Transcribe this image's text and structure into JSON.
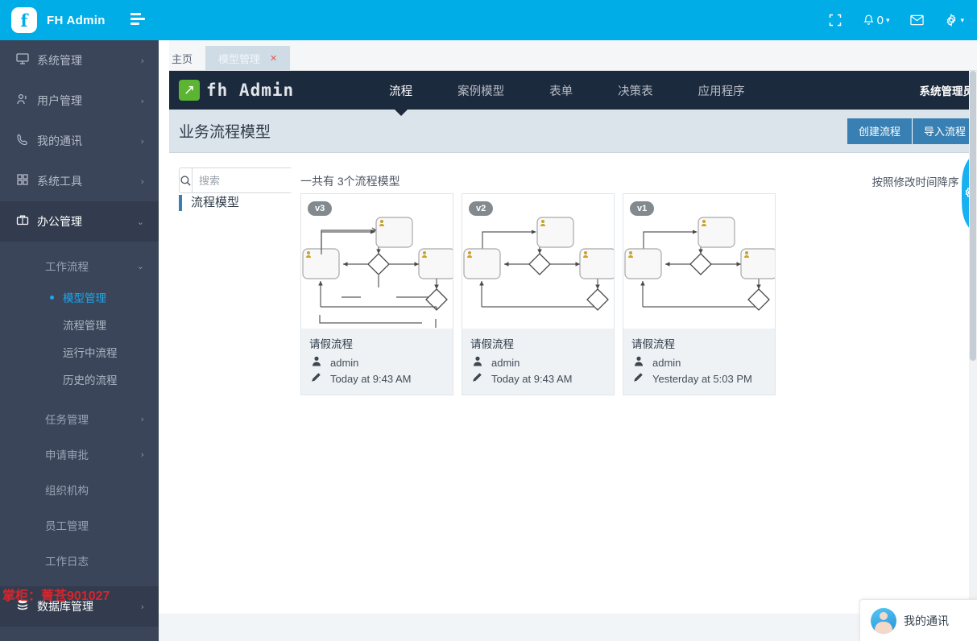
{
  "brand": {
    "title": "FH Admin",
    "logo_glyph": "f",
    "toggle_icon": "hamburger-icon"
  },
  "topbar": {
    "buttons": [
      {
        "name": "fullscreen-icon",
        "label": "⛶"
      },
      {
        "name": "notifications",
        "label": "0"
      },
      {
        "name": "messages-icon",
        "label": "✉"
      },
      {
        "name": "settings-icon",
        "label": "⚙"
      }
    ]
  },
  "sidebar": {
    "items": [
      {
        "label": "系统管理",
        "icon": "monitor-icon",
        "glyph": "🖵",
        "arrow": "›",
        "open": false
      },
      {
        "label": "用户管理",
        "icon": "users-icon",
        "glyph": "👥",
        "arrow": "›",
        "open": false
      },
      {
        "label": "我的通讯",
        "icon": "phone-icon",
        "glyph": "📞",
        "arrow": "›",
        "open": false
      },
      {
        "label": "系统工具",
        "icon": "grid-icon",
        "glyph": "🖽",
        "arrow": "›",
        "open": false
      },
      {
        "label": "办公管理",
        "icon": "briefcase-icon",
        "glyph": "🗄",
        "arrow": "⌄",
        "open": true
      }
    ],
    "submenu": {
      "group": {
        "label": "工作流程",
        "arrow": "⌄"
      },
      "children": [
        {
          "label": "模型管理",
          "active": true
        },
        {
          "label": "流程管理",
          "active": false
        },
        {
          "label": "运行中流程",
          "active": false
        },
        {
          "label": "历史的流程",
          "active": false
        }
      ],
      "groups_after": [
        {
          "label": "任务管理",
          "arrow": "›"
        },
        {
          "label": "申请审批",
          "arrow": "›"
        },
        {
          "label": "组织机构",
          "arrow": ""
        },
        {
          "label": "员工管理",
          "arrow": ""
        },
        {
          "label": "工作日志",
          "arrow": ""
        }
      ]
    },
    "last_item": {
      "label": "数据库管理",
      "icon": "database-icon",
      "glyph": "🛢",
      "arrow": "›"
    },
    "watermark": "掌柜：菁苍901027"
  },
  "tabs": [
    {
      "label": "主页",
      "active": false,
      "closable": false
    },
    {
      "label": "模型管理",
      "active": true,
      "closable": true,
      "close_glyph": "✕"
    }
  ],
  "fh": {
    "logo_name": "fh Admin",
    "logo_arrow": "↗",
    "menu": [
      {
        "label": "流程",
        "active": true
      },
      {
        "label": "案例模型",
        "active": false
      },
      {
        "label": "表单",
        "active": false
      },
      {
        "label": "决策表",
        "active": false
      },
      {
        "label": "应用程序",
        "active": false
      }
    ],
    "user": "系统管理员"
  },
  "page": {
    "title": "业务流程模型",
    "actions": [
      {
        "label": "创建流程",
        "name": "create-process-button"
      },
      {
        "label": "导入流程",
        "name": "import-process-button"
      }
    ],
    "search_placeholder": "搜索",
    "search_value": "",
    "search_icon": "search-icon",
    "total_text": "一共有 3个流程模型",
    "sort_text": "按照修改时间降序 ▾",
    "left_category": "流程模型"
  },
  "models": [
    {
      "version": "v3",
      "name": "请假流程",
      "author": "admin",
      "author_icon": "user-icon",
      "modified": "Today at 9:43 AM",
      "modified_icon": "pencil-icon"
    },
    {
      "version": "v2",
      "name": "请假流程",
      "author": "admin",
      "author_icon": "user-icon",
      "modified": "Today at 9:43 AM",
      "modified_icon": "pencil-icon"
    },
    {
      "version": "v1",
      "name": "请假流程",
      "author": "admin",
      "author_icon": "user-icon",
      "modified": "Yesterday at 5:03 PM",
      "modified_icon": "pencil-icon"
    }
  ],
  "side_gear": {
    "icon": "gear-icon",
    "label": "⚙"
  },
  "chat": {
    "label": "我的通讯",
    "avatar": "avatar-icon"
  },
  "colors": {
    "accent_blue": "#00ade7",
    "sidebar_bg": "#3b4559",
    "sidebar_active": "#333c4e",
    "link_blue": "#1ca7ec",
    "nav_dark": "#1c2a3e",
    "button_blue": "#3880b3",
    "head_bg": "#dbe3eb",
    "logo_green": "#5cb531",
    "watermark_red": "#e6232a",
    "badge_gray": "#828a8f"
  }
}
